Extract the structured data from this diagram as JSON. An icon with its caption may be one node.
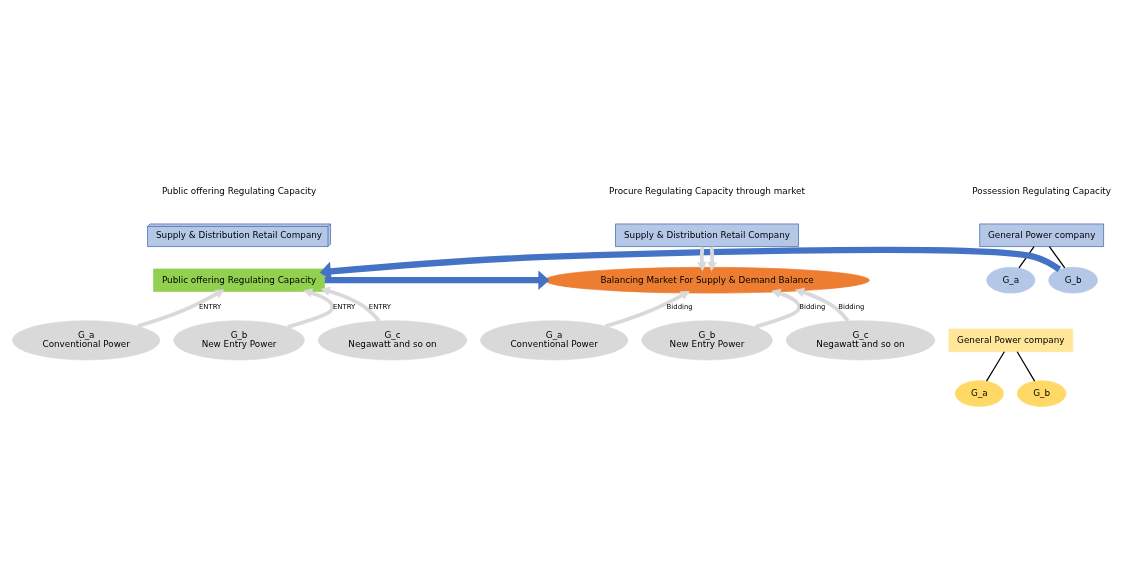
{
  "diagram": {
    "nodes": [
      {
        "text": [
          "General Power company"
        ]
      },
      {
        "text": [
          "G_a"
        ]
      },
      {
        "text": [
          "G_b"
        ]
      },
      {
        "text": [
          "General Power company"
        ]
      },
      {
        "text": [
          "G_a"
        ]
      },
      {
        "text": [
          "G_b"
        ]
      },
      {
        "text": [
          "Supply & Distribution Retail Company"
        ]
      },
      {
        "text": [
          "Public offering Regulating Capacity"
        ]
      },
      {
        "text": [
          "G_a",
          "Conventional Power"
        ]
      },
      {
        "text": [
          "G_b",
          "New Entry Power"
        ]
      },
      {
        "text": [
          "G_c",
          "Negawatt and so on"
        ]
      },
      {
        "text": [
          "Supply & Distribution Retail Company"
        ]
      },
      {
        "text": [
          "Balancing Market For Supply & Demand Balance"
        ]
      },
      {
        "text": [
          "G_a",
          "Conventional Power"
        ]
      },
      {
        "text": [
          "G_b",
          "New Entry Power"
        ]
      },
      {
        "text": [
          "G_c",
          "Negawatt and so on"
        ]
      }
    ],
    "edges": [
      {
        "from": 0,
        "to": 1,
        "arrow": "none",
        "color": "#000000"
      },
      {
        "from": 0,
        "to": 2,
        "arrow": "none",
        "color": "#000000"
      },
      {
        "from": 3,
        "to": 4,
        "arrow": "none",
        "color": "#000000"
      },
      {
        "from": 3,
        "to": 5,
        "arrow": "none",
        "color": "#000000"
      },
      {
        "from": 2,
        "to": 7,
        "arrow": "to",
        "color": "#4472c4"
      },
      {
        "from": 8,
        "to": 7,
        "arrow": "to",
        "label": "ENTRY"
      },
      {
        "from": 9,
        "to": 7,
        "arrow": "to",
        "label": "ENTRY"
      },
      {
        "from": 10,
        "to": 7,
        "arrow": "to",
        "label": "ENTRY"
      },
      {
        "from": 7,
        "to": 12,
        "arrow": "to",
        "color": "#4472c4"
      },
      {
        "from": 11,
        "to": 12,
        "arrow": "to"
      },
      {
        "from": 11,
        "to": 12,
        "arrow": "to"
      },
      {
        "from": 13,
        "to": 12,
        "arrow": "to",
        "label": "Bidding"
      },
      {
        "from": 14,
        "to": 12,
        "arrow": "to",
        "label": "Bidding"
      },
      {
        "from": 15,
        "to": 12,
        "arrow": "to",
        "label": "Bidding"
      }
    ],
    "labels": [
      "Possession Regulating Capacity",
      "Public offering Regulating Capacity",
      "Procure Regulating Capacity through market"
    ]
  }
}
